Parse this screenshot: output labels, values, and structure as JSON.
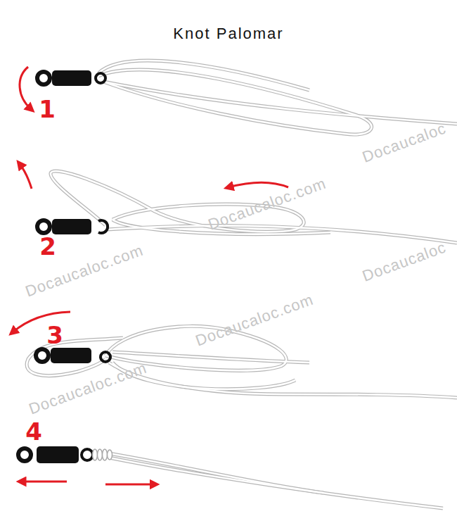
{
  "diagram": {
    "title": "Knot Palomar",
    "labels": [
      "1",
      "Docaucaloc",
      "Docaucaloc.com",
      "2",
      "Docaucaloc.com",
      "Docaucaloc",
      "3",
      "Docaucaloc.com",
      "Docaucaloc.com",
      "4"
    ]
  }
}
